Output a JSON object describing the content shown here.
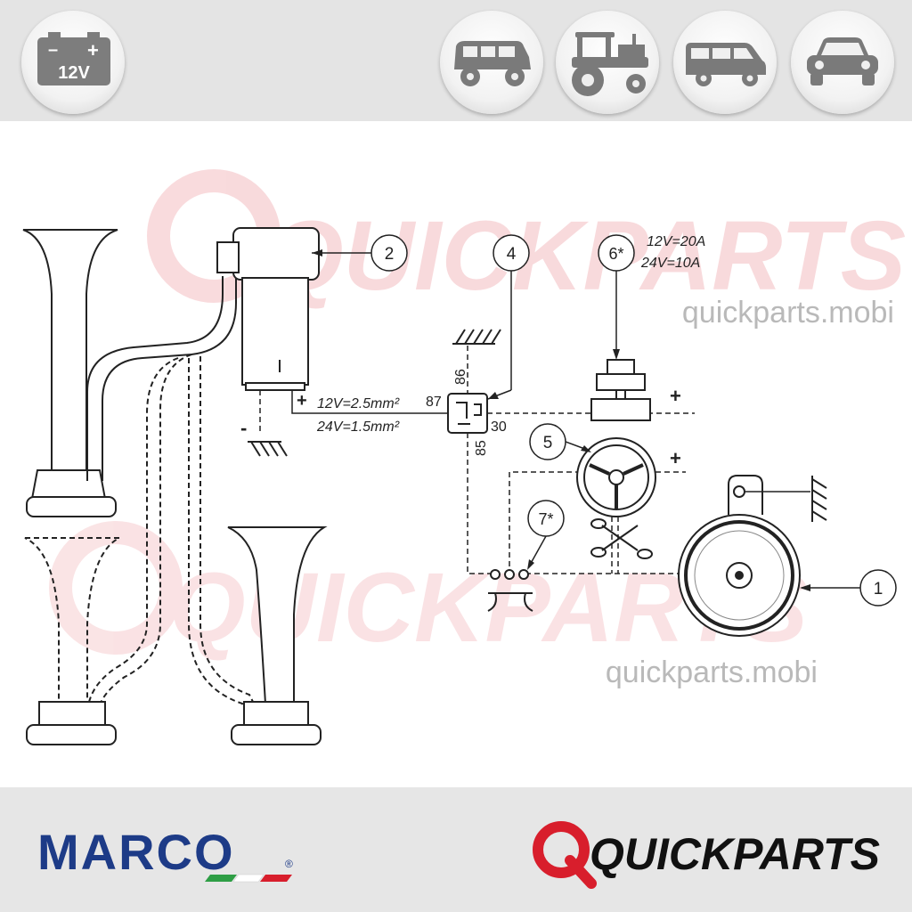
{
  "header": {
    "voltage_badge": "12V",
    "battery_signs": {
      "minus": "–",
      "plus": "+"
    },
    "vehicle_icons": [
      "suv-icon",
      "tractor-icon",
      "van-icon",
      "car-icon"
    ]
  },
  "diagram": {
    "callouts": [
      "1",
      "2",
      "4",
      "5",
      "6*",
      "7*"
    ],
    "fuse_rating": {
      "line1": "12V=20A",
      "line2": "24V=10A"
    },
    "wire": {
      "line1": "12V=2.5mm²",
      "line2": "24V=1.5mm²"
    },
    "relay_pins": {
      "p86": "86",
      "p87": "87",
      "p85": "85",
      "p30": "30"
    },
    "signs": {
      "plus": "+",
      "minus": "-"
    }
  },
  "watermarks": {
    "logo_text": "QUICKPARTS",
    "url": "quickparts.mobi"
  },
  "footer": {
    "marco_logo": "MARCO",
    "registered_mark": "®",
    "quickparts_logo": "QUICKPARTS",
    "colors": {
      "marco_blue": "#1d3b87",
      "quick_red": "#d81e2c",
      "green": "#2e9e45"
    }
  }
}
